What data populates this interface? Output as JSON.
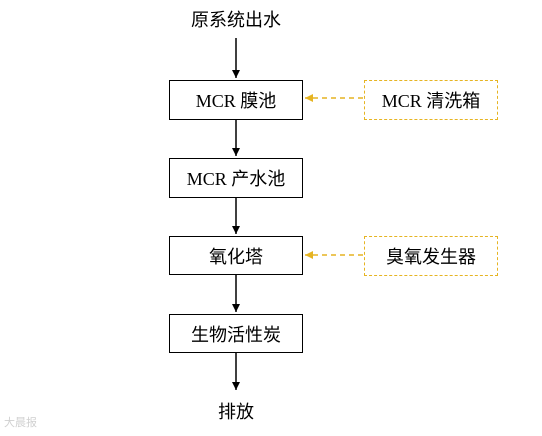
{
  "diagram": {
    "top_label": "原系统出水",
    "bottom_label": "排放",
    "steps": [
      "MCR 膜池",
      "MCR 产水池",
      "氧化塔",
      "生物活性炭"
    ],
    "side_inputs": [
      "MCR 清洗箱",
      "臭氧发生器"
    ],
    "colors": {
      "main_line": "#000000",
      "side_line": "#e6b422"
    }
  },
  "watermark": {
    "text": "大晨报"
  }
}
